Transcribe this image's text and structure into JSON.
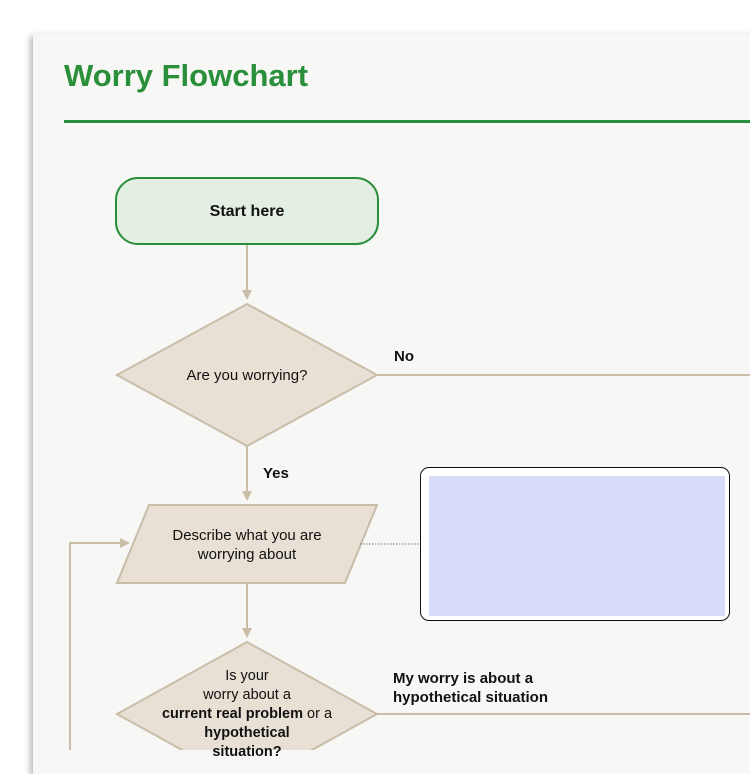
{
  "title": "Worry Flowchart",
  "colors": {
    "brand_green": "#2a8f3a",
    "start_fill": "#e4efe4",
    "shape_fill": "#e8e0d4",
    "shape_stroke": "#c9bda8",
    "connector": "#c9bda8",
    "notes_fill": "#d9dcf9"
  },
  "nodes": {
    "start": "Start here",
    "q_worrying": "Are you worrying?",
    "describe_line1": "Describe what you are",
    "describe_line2": "worrying about",
    "q_problem_line1": "Is your",
    "q_problem_line2": "worry about a",
    "q_problem_bold1": "current real problem",
    "q_problem_or": " or a",
    "q_problem_bold2": "hypothetical",
    "q_problem_bold3": "situation?"
  },
  "edges": {
    "no": "No",
    "yes": "Yes",
    "hypothetical_line1": "My worry is about a",
    "hypothetical_line2": "hypothetical situation"
  }
}
